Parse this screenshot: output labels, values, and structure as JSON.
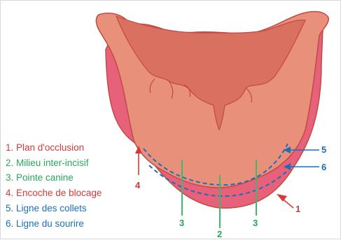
{
  "legend": [
    {
      "number": "1",
      "text": "1. Plan d'occlusion",
      "color": "#d43a3a"
    },
    {
      "number": "2",
      "text": "2. Milieu inter-incisif",
      "color": "#27a85a"
    },
    {
      "number": "3",
      "text": "3. Pointe canine",
      "color": "#27a85a"
    },
    {
      "number": "4",
      "text": "4. Encoche de blocage",
      "color": "#d43a3a"
    },
    {
      "number": "5",
      "text": "5. Ligne des collets",
      "color": "#1c6fb5"
    },
    {
      "number": "6",
      "text": "6. Ligne du sourire",
      "color": "#1c6fb5"
    }
  ],
  "callouts": {
    "occlusion": "1",
    "midline": "2",
    "canine_left": "3",
    "canine_right": "3",
    "notch": "4",
    "collets": "5",
    "smile": "6"
  },
  "colors": {
    "wax_rim": "#e8617a",
    "base_plate": "#e8907a",
    "palate": "#d97060",
    "outline": "#c04a44",
    "red_line": "#d43a3a",
    "green_line": "#3dbb6a",
    "blue_line": "#1c6fb5"
  }
}
